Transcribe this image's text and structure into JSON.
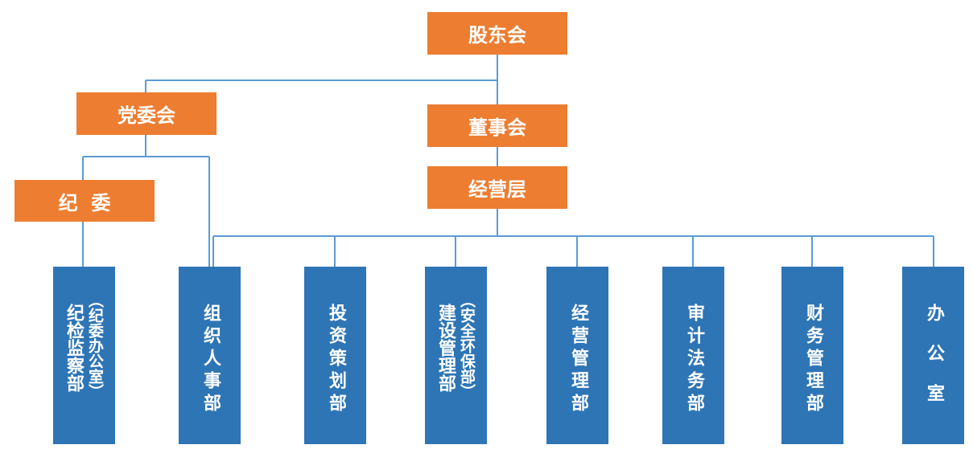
{
  "top": {
    "shareholders": "股东会",
    "party": "党委会",
    "board": "董事会",
    "discipline": "纪  委",
    "management": "经营层"
  },
  "departments": {
    "d1_main": "纪检监察部",
    "d1_paren": "（纪委办公室）",
    "d2": "组织人事部",
    "d3": "投资策划部",
    "d4_main": "建设管理部",
    "d4_paren": "（安全环保部）",
    "d5": "经营管理部",
    "d6": "审计法务部",
    "d7": "财务管理部",
    "d8": "办公室"
  },
  "colors": {
    "orange": "#ED7D31",
    "blue": "#2E75B6",
    "line": "#5B9BD5"
  }
}
